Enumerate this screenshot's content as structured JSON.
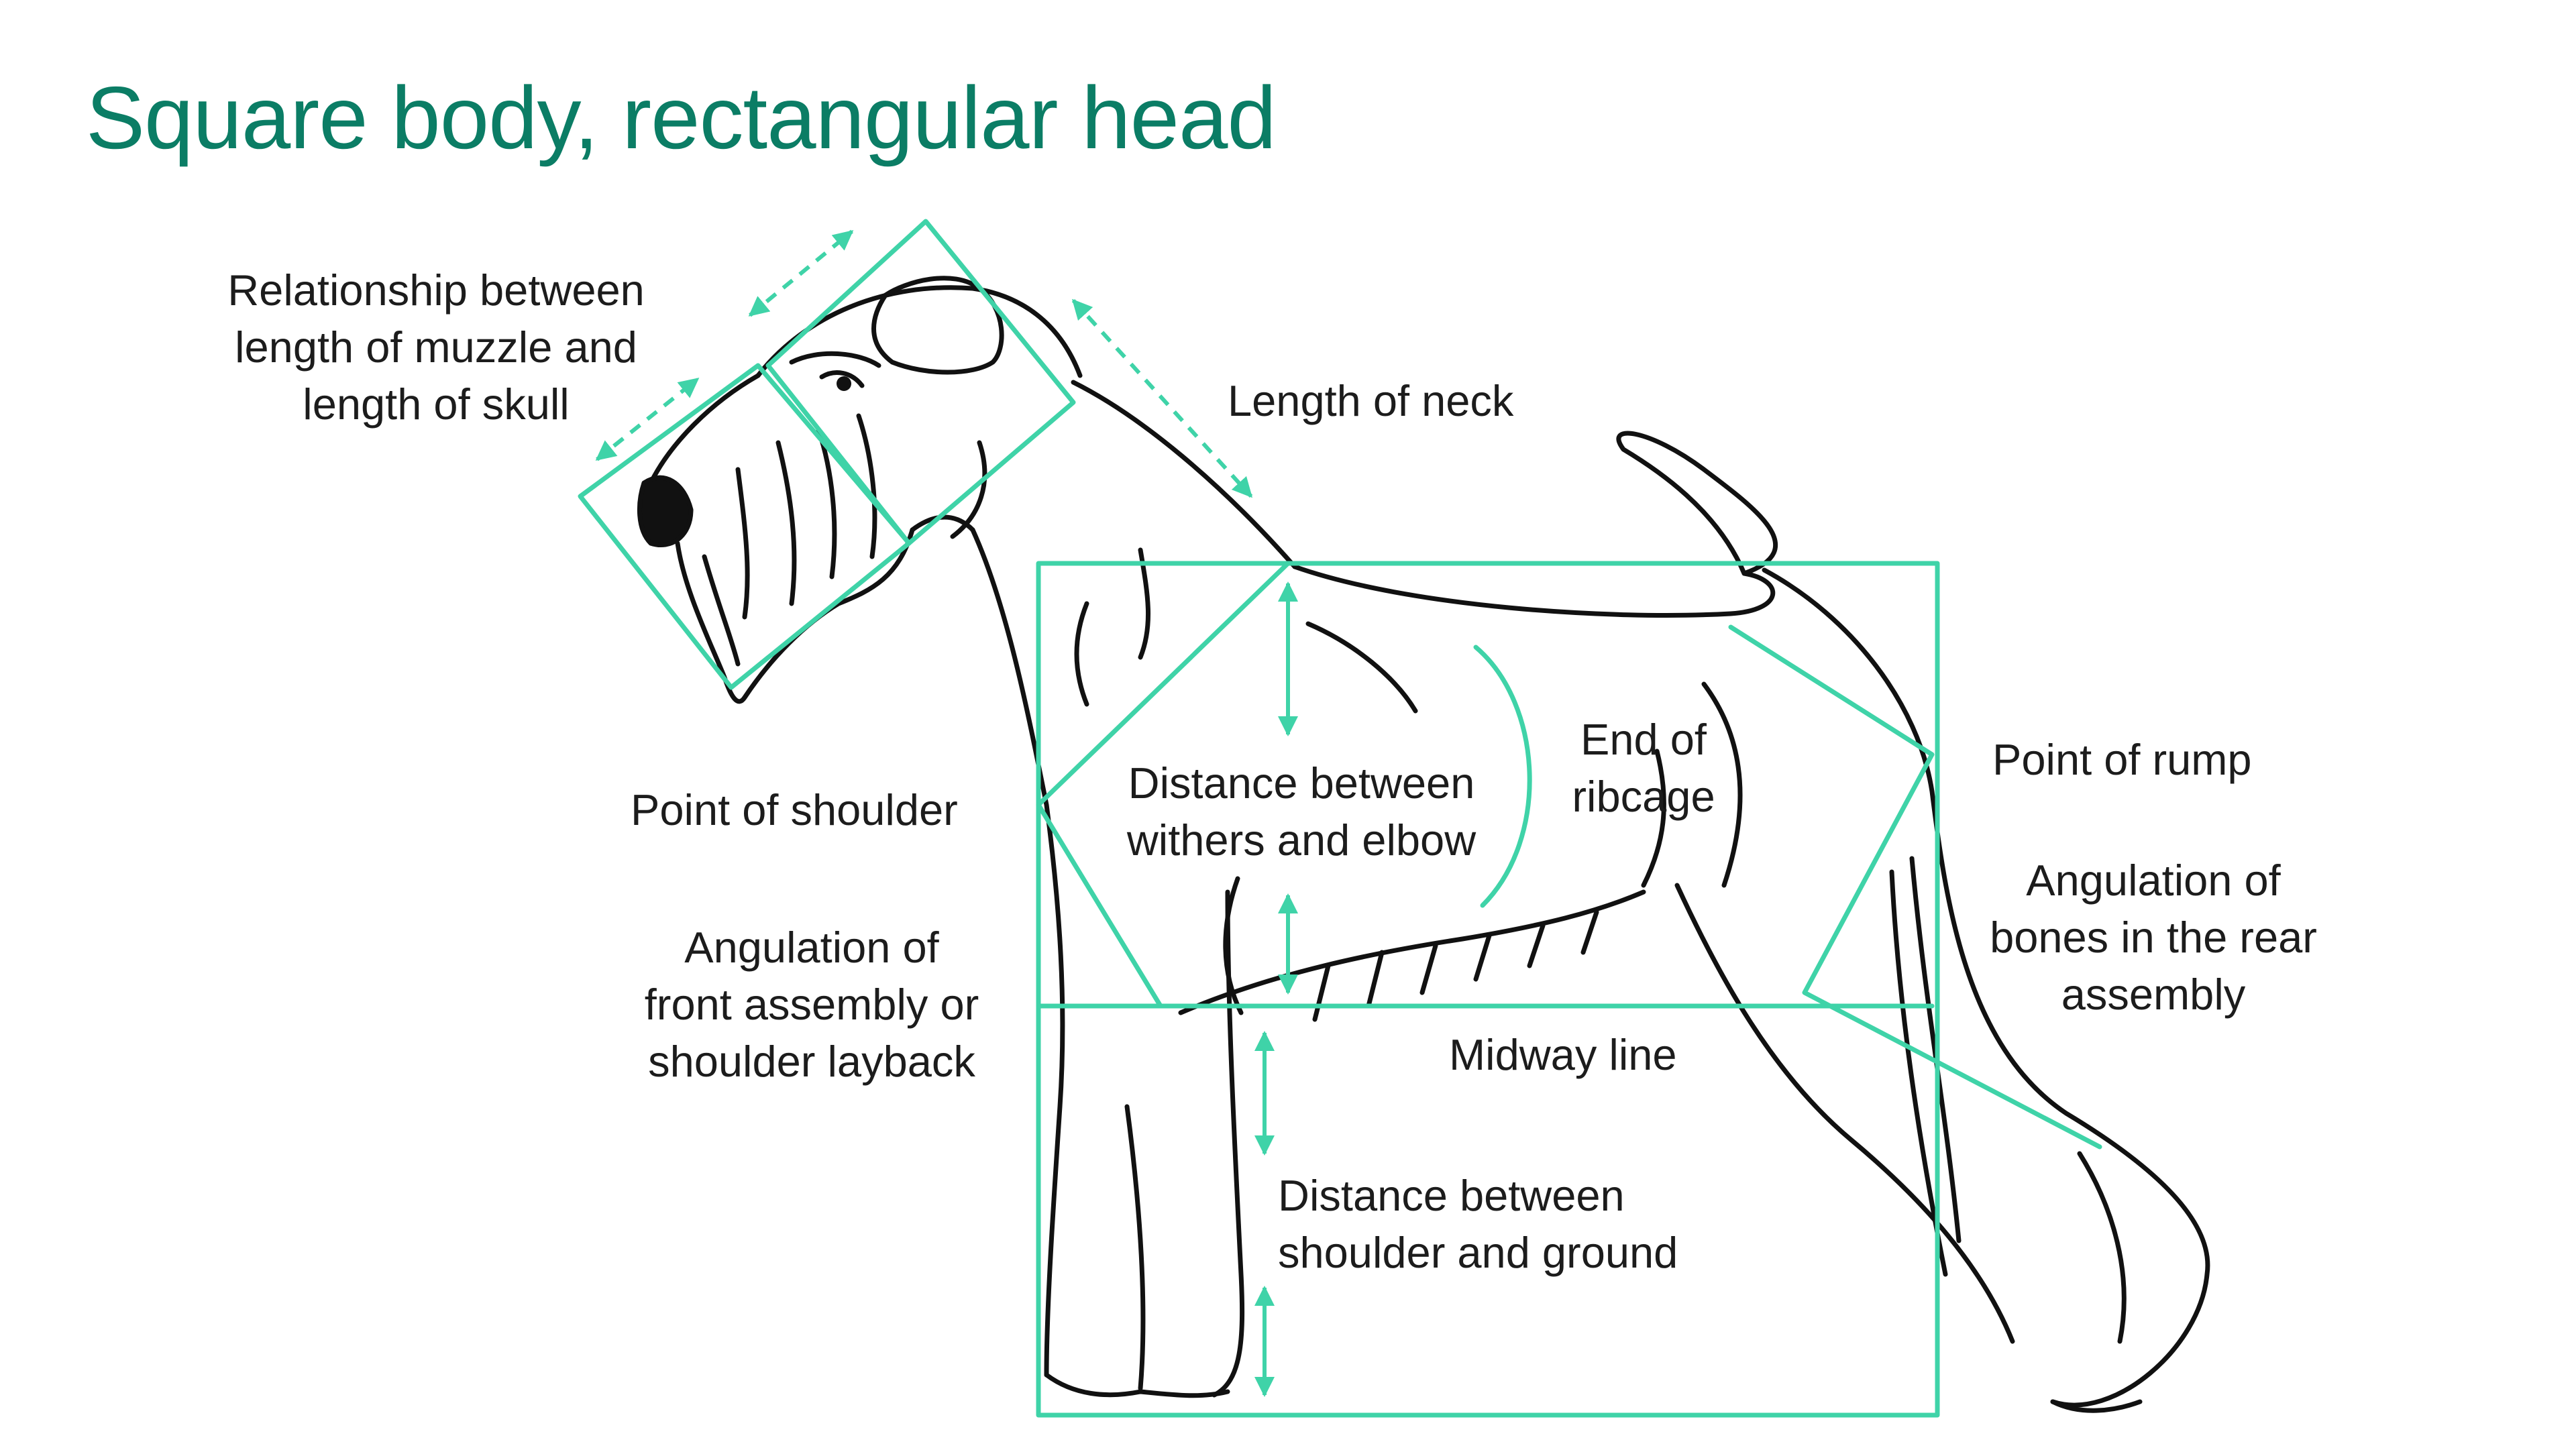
{
  "title": "Square body, rectangular head",
  "colors": {
    "accent": "#3fd3a8",
    "title": "#0b7d65",
    "outline": "#111111",
    "text": "#1c1c1c"
  },
  "labels": {
    "muzzle_skull": [
      "Relationship between",
      "length of muzzle and",
      "length of skull"
    ],
    "neck": [
      "Length of neck"
    ],
    "shoulder_point": [
      "Point of shoulder"
    ],
    "withers_elbow": [
      "Distance between",
      "withers and elbow"
    ],
    "ribcage": [
      "End of",
      "ribcage"
    ],
    "rump": [
      "Point of rump"
    ],
    "rear_angulation": [
      "Angulation of",
      "bones in the rear",
      "assembly"
    ],
    "front_angulation": [
      "Angulation of",
      "front assembly or",
      "shoulder layback"
    ],
    "midway": [
      "Midway line"
    ],
    "shoulder_ground": [
      "Distance between",
      "shoulder and ground"
    ]
  }
}
